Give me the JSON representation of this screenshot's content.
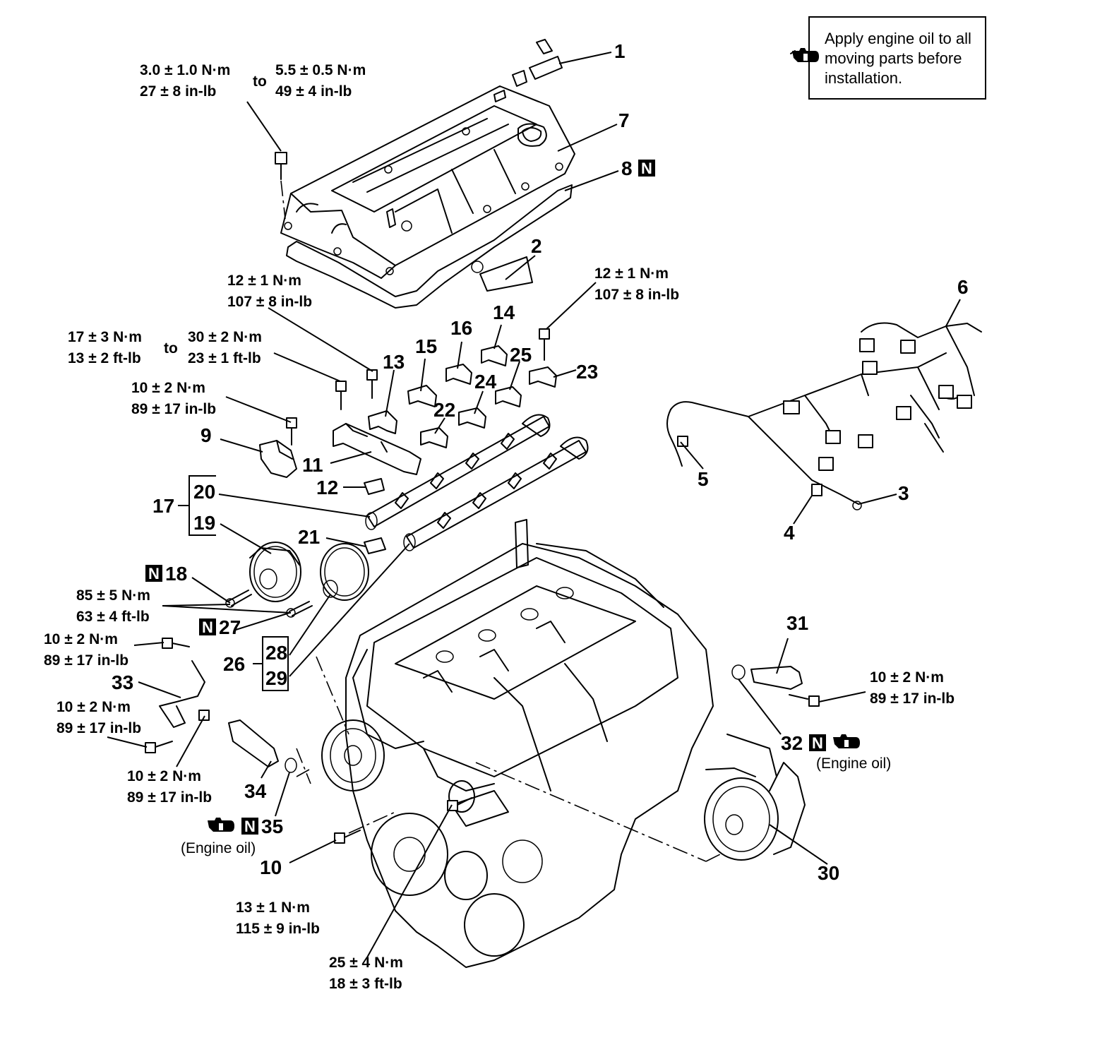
{
  "note": {
    "lines": [
      "Apply engine oil to all",
      "moving parts before",
      "installation."
    ],
    "icon": "oil-can-icon"
  },
  "n_mark": "N",
  "torque_word_to": "to",
  "engine_oil_label": "(Engine oil)",
  "parts": {
    "p1": "1",
    "p2": "2",
    "p3": "3",
    "p4": "4",
    "p5": "5",
    "p6": "6",
    "p7": "7",
    "p8": "8",
    "p9": "9",
    "p10": "10",
    "p11": "11",
    "p12": "12",
    "p13": "13",
    "p14": "14",
    "p15": "15",
    "p16": "16",
    "p17": "17",
    "p18": "18",
    "p19": "19",
    "p20": "20",
    "p21": "21",
    "p22": "22",
    "p23": "23",
    "p24": "24",
    "p25": "25",
    "p26": "26",
    "p27": "27",
    "p28": "28",
    "p29": "29",
    "p30": "30",
    "p31": "31",
    "p32": "32",
    "p33": "33",
    "p34": "34",
    "p35": "35"
  },
  "torques": {
    "cover_start": [
      "3.0 ± 1.0 N·m",
      "27 ± 8 in-lb"
    ],
    "cover_final": [
      "5.5 ± 0.5 N·m",
      "49 ± 4 in-lb"
    ],
    "cap_bolt_13": [
      "12 ± 1 N·m",
      "107 ± 8 in-lb"
    ],
    "cap_bolt_23": [
      "12 ± 1 N·m",
      "107 ± 8 in-lb"
    ],
    "frame_start": [
      "17 ± 3 N·m",
      "13 ± 2 ft-lb"
    ],
    "frame_final": [
      "30 ± 2 N·m",
      "23 ± 1 ft-lb"
    ],
    "bracket_9": [
      "10 ± 2 N·m",
      "89 ± 17 in-lb"
    ],
    "sprocket_bolt": [
      "85 ± 5 N·m",
      "63 ± 4 ft-lb"
    ],
    "bracket_33_top": [
      "10 ± 2 N·m",
      "89 ± 17 in-lb"
    ],
    "bracket_33_low": [
      "10 ± 2 N·m",
      "89 ± 17 in-lb"
    ],
    "ocv_34": [
      "10 ± 2 N·m",
      "89 ± 17 in-lb"
    ],
    "ocv_31": [
      "10 ± 2 N·m",
      "89 ± 17 in-lb"
    ],
    "bolt_10": [
      "13 ± 1 N·m",
      "115 ± 9 in-lb"
    ],
    "pump_30": [
      "25 ± 4 N·m",
      "18 ± 3 ft-lb"
    ]
  }
}
